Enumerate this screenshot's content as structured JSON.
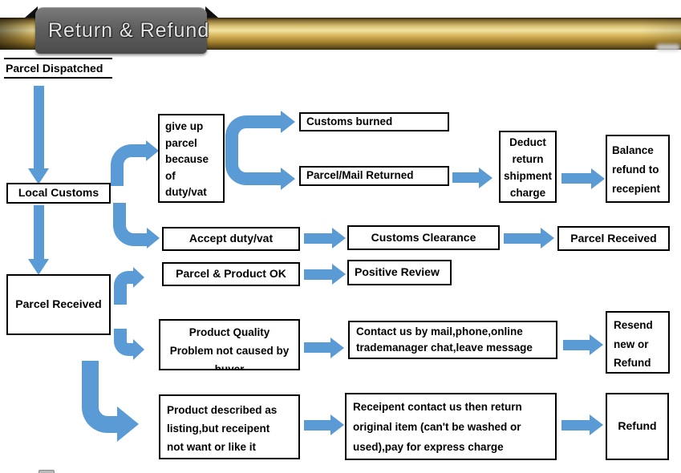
{
  "header": {
    "title": "Return & Refund"
  },
  "colors": {
    "arrow_fill": "#5b9bd5",
    "box_border": "#000000",
    "gold_mid": "#f2e3a4",
    "tab_gray": "#5f5f5f"
  },
  "flow": {
    "start": "Parcel Dispatched",
    "local_customs": "Local Customs",
    "parcel_received_left": "Parcel Received",
    "give_up": {
      "text": "give up parcel because of duty/vat",
      "lines": [
        "give up",
        "parcel",
        "because",
        "of",
        "duty/vat"
      ]
    },
    "customs_burned": "Customs burned",
    "parcel_mail_returned": "Parcel/Mail Returned",
    "deduct": {
      "text": "Deduct return shipment charge",
      "lines": [
        "Deduct",
        "return",
        "shipment",
        "charge"
      ]
    },
    "balance": {
      "text": "Balance refund to recepient",
      "lines": [
        "Balance",
        "refund to",
        "recepient"
      ]
    },
    "accept_duty": "Accept duty/vat",
    "customs_clearance": "Customs Clearance",
    "parcel_received_right": "Parcel Received",
    "parcel_product_ok": "Parcel & Product OK",
    "positive_review": "Positive Review",
    "product_quality": {
      "text": "Product Quality Problem not caused by buyer",
      "lines": [
        "Product Quality",
        "Problem not caused by",
        "buyer"
      ]
    },
    "contact_us": {
      "text": "Contact us by mail,phone,online trademanager chat,leave message",
      "lines": [
        "Contact us by mail,phone,online",
        "trademanager chat,leave message"
      ]
    },
    "resend": {
      "text": "Resend new or Refund",
      "lines": [
        "Resend",
        "new or",
        "Refund"
      ]
    },
    "product_described": {
      "text": "Product described as listing,but receipent not want or like it",
      "lines": [
        "Product described as",
        "listing,but receipent",
        "not want or like it"
      ]
    },
    "receipent_contact": {
      "text": "Receipent contact us then return original item (can't be washed or used),pay for express charge",
      "lines": [
        "Receipent contact us then return",
        "original item (can't be washed or",
        "used),pay for express charge"
      ]
    },
    "refund": "Refund"
  }
}
